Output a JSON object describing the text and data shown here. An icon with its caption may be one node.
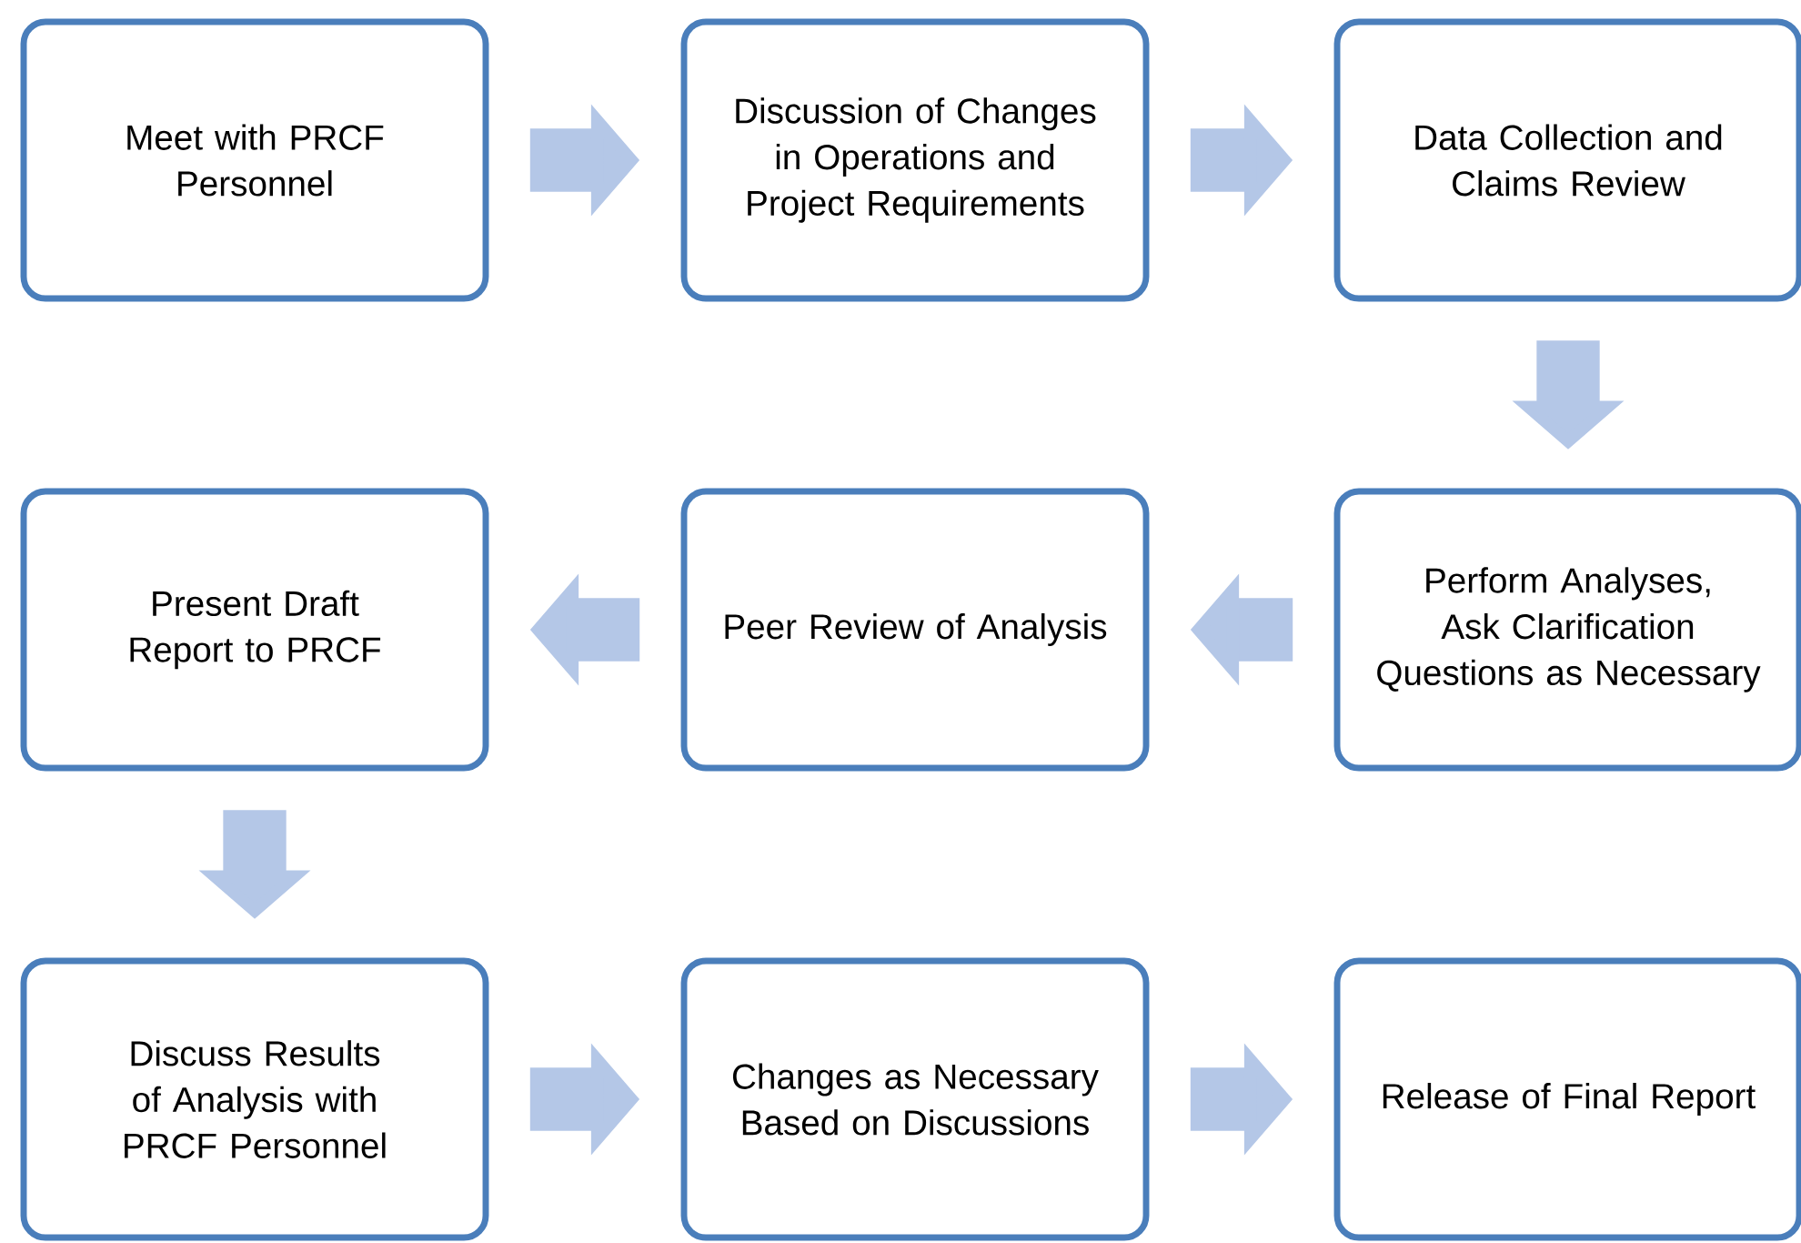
{
  "diagram": {
    "nodes": [
      {
        "text": [
          "Meet with PRCF Personnel"
        ]
      },
      {
        "text": [
          "Discussion of Changes in Operations and Project Requirements"
        ]
      },
      {
        "text": [
          "Data Collection and Claims Review"
        ]
      },
      {
        "text": [
          "Present Draft Report to PRCF"
        ]
      },
      {
        "text": [
          "Peer Review of Analysis"
        ]
      },
      {
        "text": [
          "Perform Analyses, Ask Clarification Questions as Necessary"
        ]
      },
      {
        "text": [
          "Discuss Results of Analysis with PRCF Personnel"
        ]
      },
      {
        "text": [
          "Changes as Necessary Based on Discussions"
        ]
      },
      {
        "text": [
          "Release of Final Report"
        ]
      }
    ],
    "edges": [
      {
        "from": 0,
        "to": 1,
        "arrow": "to"
      },
      {
        "from": 1,
        "to": 2,
        "arrow": "to"
      },
      {
        "from": 2,
        "to": 5,
        "arrow": "to"
      },
      {
        "from": 5,
        "to": 4,
        "arrow": "to"
      },
      {
        "from": 4,
        "to": 3,
        "arrow": "to"
      },
      {
        "from": 3,
        "to": 6,
        "arrow": "to"
      },
      {
        "from": 6,
        "to": 7,
        "arrow": "to"
      },
      {
        "from": 7,
        "to": 8,
        "arrow": "to"
      }
    ]
  }
}
